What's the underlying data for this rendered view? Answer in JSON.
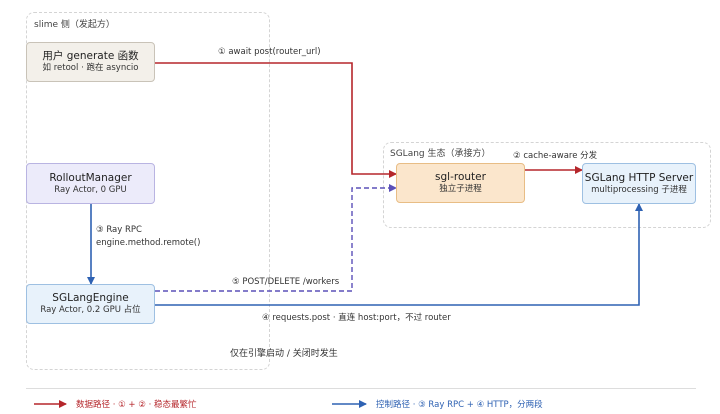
{
  "regions": {
    "slime": "slime 侧（发起方）",
    "sglang": "SGLang 生态（承接方）"
  },
  "nodes": {
    "user_generate": {
      "title": "用户 generate 函数",
      "subtitle": "如 retool · 跑在 asyncio"
    },
    "rollout_manager": {
      "title": "RolloutManager",
      "subtitle": "Ray Actor, 0 GPU"
    },
    "sglang_engine": {
      "title": "SGLangEngine",
      "subtitle": "Ray Actor, 0.2 GPU 占位"
    },
    "sgl_router": {
      "title": "sgl-router",
      "subtitle": "独立子进程"
    },
    "http_server": {
      "title": "SGLang HTTP Server",
      "subtitle": "multiprocessing 子进程"
    }
  },
  "edges": {
    "e1": "① await post(router_url)",
    "e2": "② cache-aware 分发",
    "e3_line1": "③ Ray RPC",
    "e3_line2": "engine.method.remote()",
    "e4": "④ requests.post · 直连 host:port，不过 router",
    "e5": "⑤ POST/DELETE /workers"
  },
  "notes": {
    "lifecycle": "仅在引擎启动 / 关闭时发生"
  },
  "legend": {
    "data_path": "数据路径 · ① + ② · 稳态最繁忙",
    "control_path": "控制路径 · ③ Ray RPC + ④ HTTP，分两段"
  },
  "colors": {
    "data_path": "#b5262b",
    "control_path": "#2f62b3",
    "lifecycle_path": "#5b50b8"
  }
}
